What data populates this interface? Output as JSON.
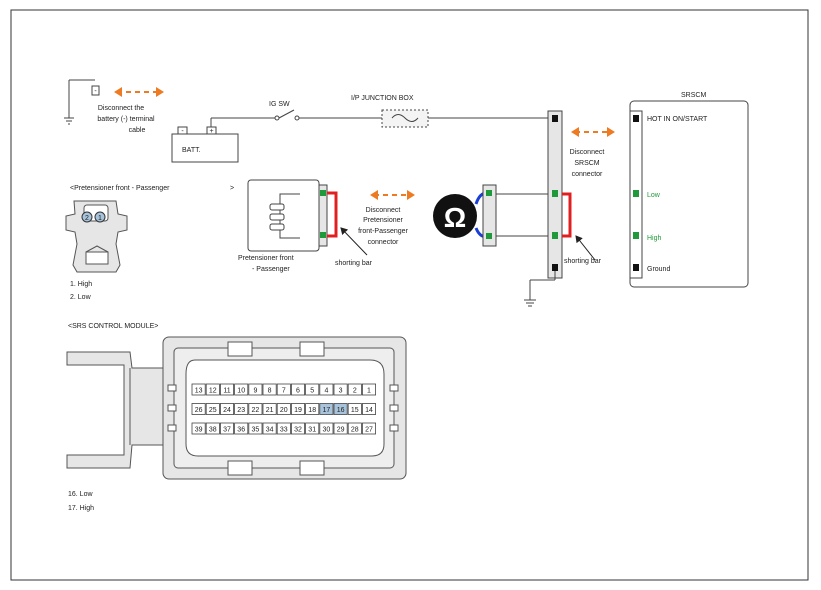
{
  "battery": {
    "label": "BATT.",
    "neg_symbol": "-",
    "pos_symbol": "+",
    "disconnect_line1": "Disconnect the",
    "disconnect_line2": "battery (-) terminal",
    "disconnect_line3": "cable"
  },
  "ig_switch": {
    "label": "IG SW"
  },
  "junction_box": {
    "label": "I/P JUNCTION BOX"
  },
  "srscm": {
    "title": "SRSCM",
    "pins": [
      "HOT IN ON/START",
      "Low",
      "High",
      "Ground"
    ],
    "disconnect_line1": "Disconnect",
    "disconnect_line2": "SRSCM",
    "disconnect_line3": "connector",
    "shorting_bar_label": "shorting bar"
  },
  "pretensioner": {
    "heading": "<Pretensioner front - Passenger",
    "heading_suffix": ">",
    "pin_numbers": [
      "2",
      "1"
    ],
    "pin_legend": [
      "1. High",
      "2. Low"
    ],
    "component_line1": "Pretensioner front",
    "component_line2": "-  Passenger",
    "disconnect_line1": "Disconnect",
    "disconnect_line2": "Pretensioner",
    "disconnect_line3": "front-Passenger",
    "disconnect_line4": "connector",
    "shorting_bar_label": "shorting bar"
  },
  "ohmmeter": {
    "symbol": "Ω"
  },
  "control_module": {
    "heading": "<SRS CONTROL MODULE>",
    "row1": [
      "13",
      "12",
      "11",
      "10",
      "9",
      "8",
      "7",
      "6",
      "5",
      "4",
      "3",
      "2",
      "1"
    ],
    "row2": [
      "26",
      "25",
      "24",
      "23",
      "22",
      "21",
      "20",
      "19",
      "18",
      "17",
      "16",
      "15",
      "14"
    ],
    "row3": [
      "39",
      "38",
      "37",
      "36",
      "35",
      "34",
      "33",
      "32",
      "31",
      "30",
      "29",
      "28",
      "27"
    ],
    "highlighted_pins": [
      "16",
      "17"
    ],
    "pin_legend": [
      "16. Low",
      "17. High"
    ]
  },
  "colors": {
    "arrow": "#ee7a22",
    "wire_red": "#e02020",
    "wire_blue": "#1a3fd6",
    "terminal_green": "#1f9a3a",
    "highlight_pin": "#a8c4dc",
    "module_fill": "#e6e6e6"
  }
}
